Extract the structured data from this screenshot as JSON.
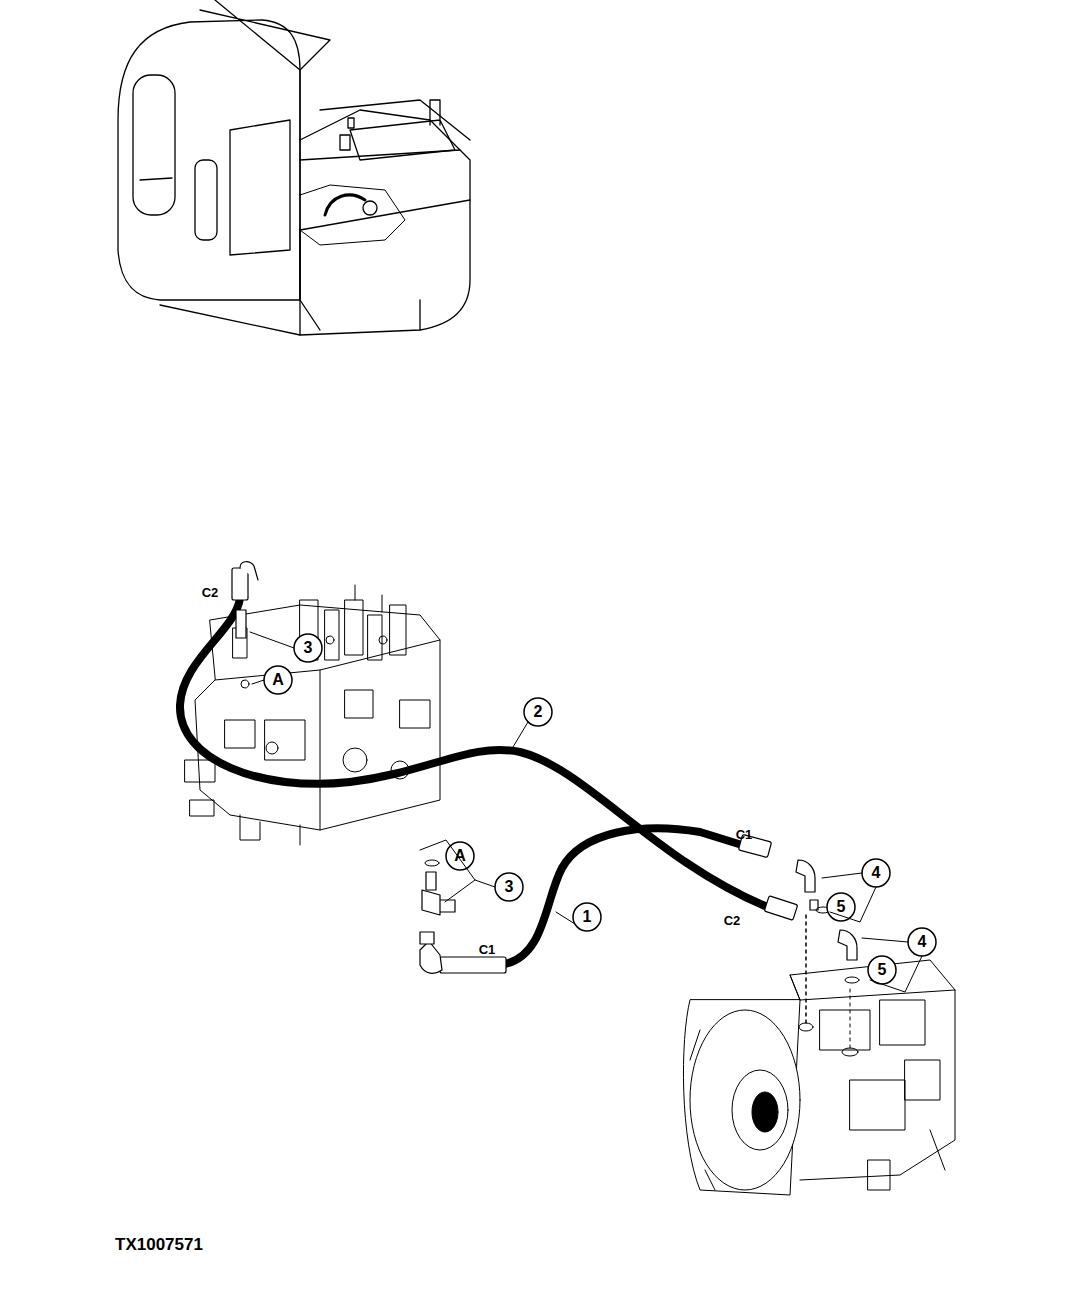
{
  "diagram": {
    "labels": [
      "C2",
      "3",
      "A",
      "2",
      "C1",
      "4",
      "A",
      "5",
      "C2",
      "3",
      "1",
      "4",
      "5",
      "C1",
      "TX1007571"
    ]
  }
}
